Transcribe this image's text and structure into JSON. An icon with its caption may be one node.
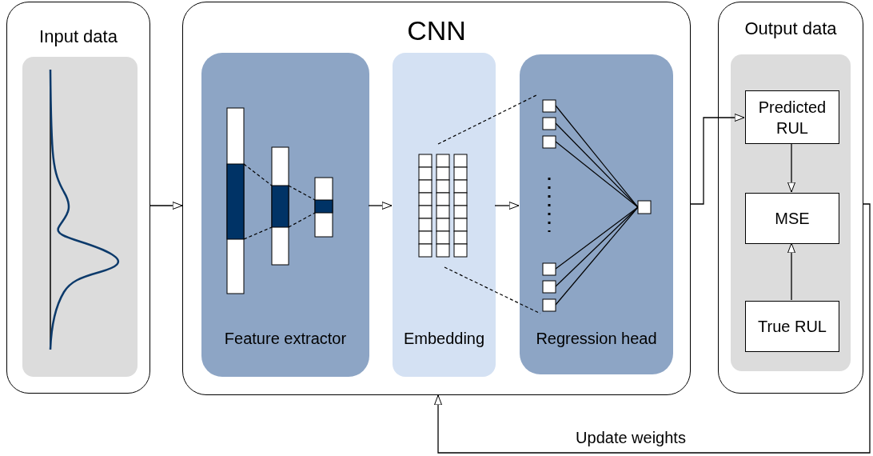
{
  "diagram": {
    "nodes": [
      {
        "text": [
          "Input data"
        ]
      },
      {
        "text": [],
        "shape": "box",
        "in": 0
      },
      {
        "text": [
          "CNN"
        ]
      },
      {
        "text": [
          "Feature extractor"
        ],
        "in": 2
      },
      {
        "text": [
          "Embedding"
        ],
        "in": 2
      },
      {
        "text": [
          "Regression head"
        ],
        "in": 2
      },
      {
        "text": [
          "Output data"
        ]
      },
      {
        "text": [],
        "shape": "box",
        "in": 6
      },
      {
        "text": [
          "Predicted RUL"
        ],
        "in": 7
      },
      {
        "text": [
          "MSE"
        ],
        "in": 7
      },
      {
        "text": [
          "True RUL"
        ],
        "in": 7
      }
    ],
    "edges": [
      {
        "from": 0,
        "to": 2,
        "arrow": "to"
      },
      {
        "from": 3,
        "to": 4,
        "arrow": "to"
      },
      {
        "from": 4,
        "to": 5,
        "arrow": "to"
      },
      {
        "from": 2,
        "to": 8,
        "arrow": "to"
      },
      {
        "from": 8,
        "to": 9,
        "arrow": "to"
      },
      {
        "from": 10,
        "to": 9,
        "arrow": "to"
      },
      {
        "from": 6,
        "to": 2,
        "arrow": "to",
        "label": "Update weights"
      }
    ]
  }
}
